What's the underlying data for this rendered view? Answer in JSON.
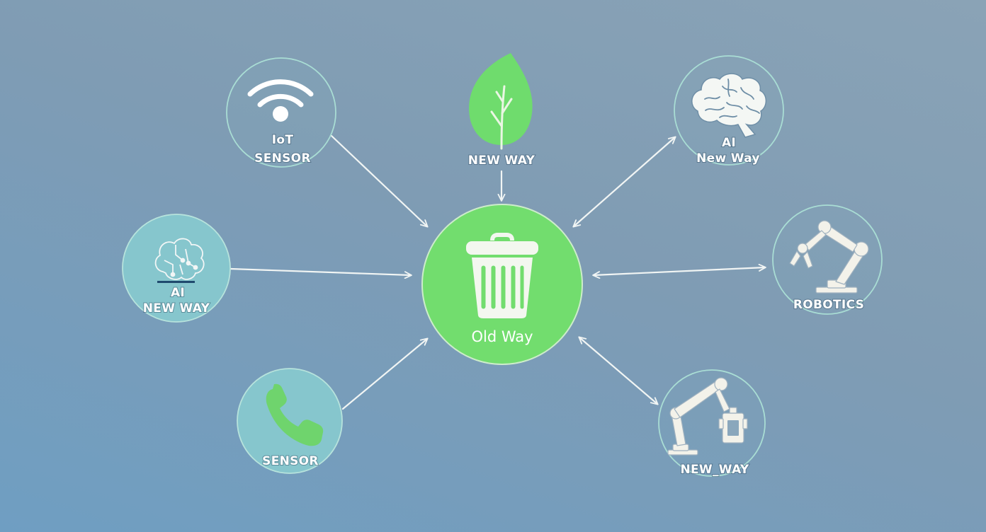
{
  "diagram": {
    "center": {
      "label": "Old Way",
      "icon": "trash-bin-icon"
    },
    "nodes": [
      {
        "id": "iot-sensor",
        "lines": [
          "IoT",
          "SENSOR"
        ],
        "icon": "wifi-icon",
        "fill": "none"
      },
      {
        "id": "leaf",
        "lines": [
          "NEW WAY"
        ],
        "icon": "leaf-icon",
        "fill": "none"
      },
      {
        "id": "ai-brain",
        "lines": [
          "AI",
          "New Way"
        ],
        "icon": "brain-icon",
        "fill": "none"
      },
      {
        "id": "ai-circuit",
        "lines": [
          "AI",
          "NEW WAY"
        ],
        "icon": "circuit-brain-icon",
        "fill": "teal"
      },
      {
        "id": "robotics",
        "lines": [
          "ROBOTICS"
        ],
        "icon": "robot-arm-icon",
        "fill": "none"
      },
      {
        "id": "sensor-phone",
        "lines": [
          "SENSOR"
        ],
        "icon": "phone-icon",
        "fill": "teal"
      },
      {
        "id": "new-way-robot",
        "lines": [
          "NEW_WAY"
        ],
        "icon": "robot-arm-gripper-icon",
        "fill": "none"
      }
    ],
    "colors": {
      "center_fill": "#72dd6e",
      "leaf_green": "#6fdc6d",
      "circle_outline": "#a9ddd4",
      "teal_fill": "#86c6cd",
      "arrow": "#f1f5f4",
      "text": "#ffffff"
    }
  }
}
